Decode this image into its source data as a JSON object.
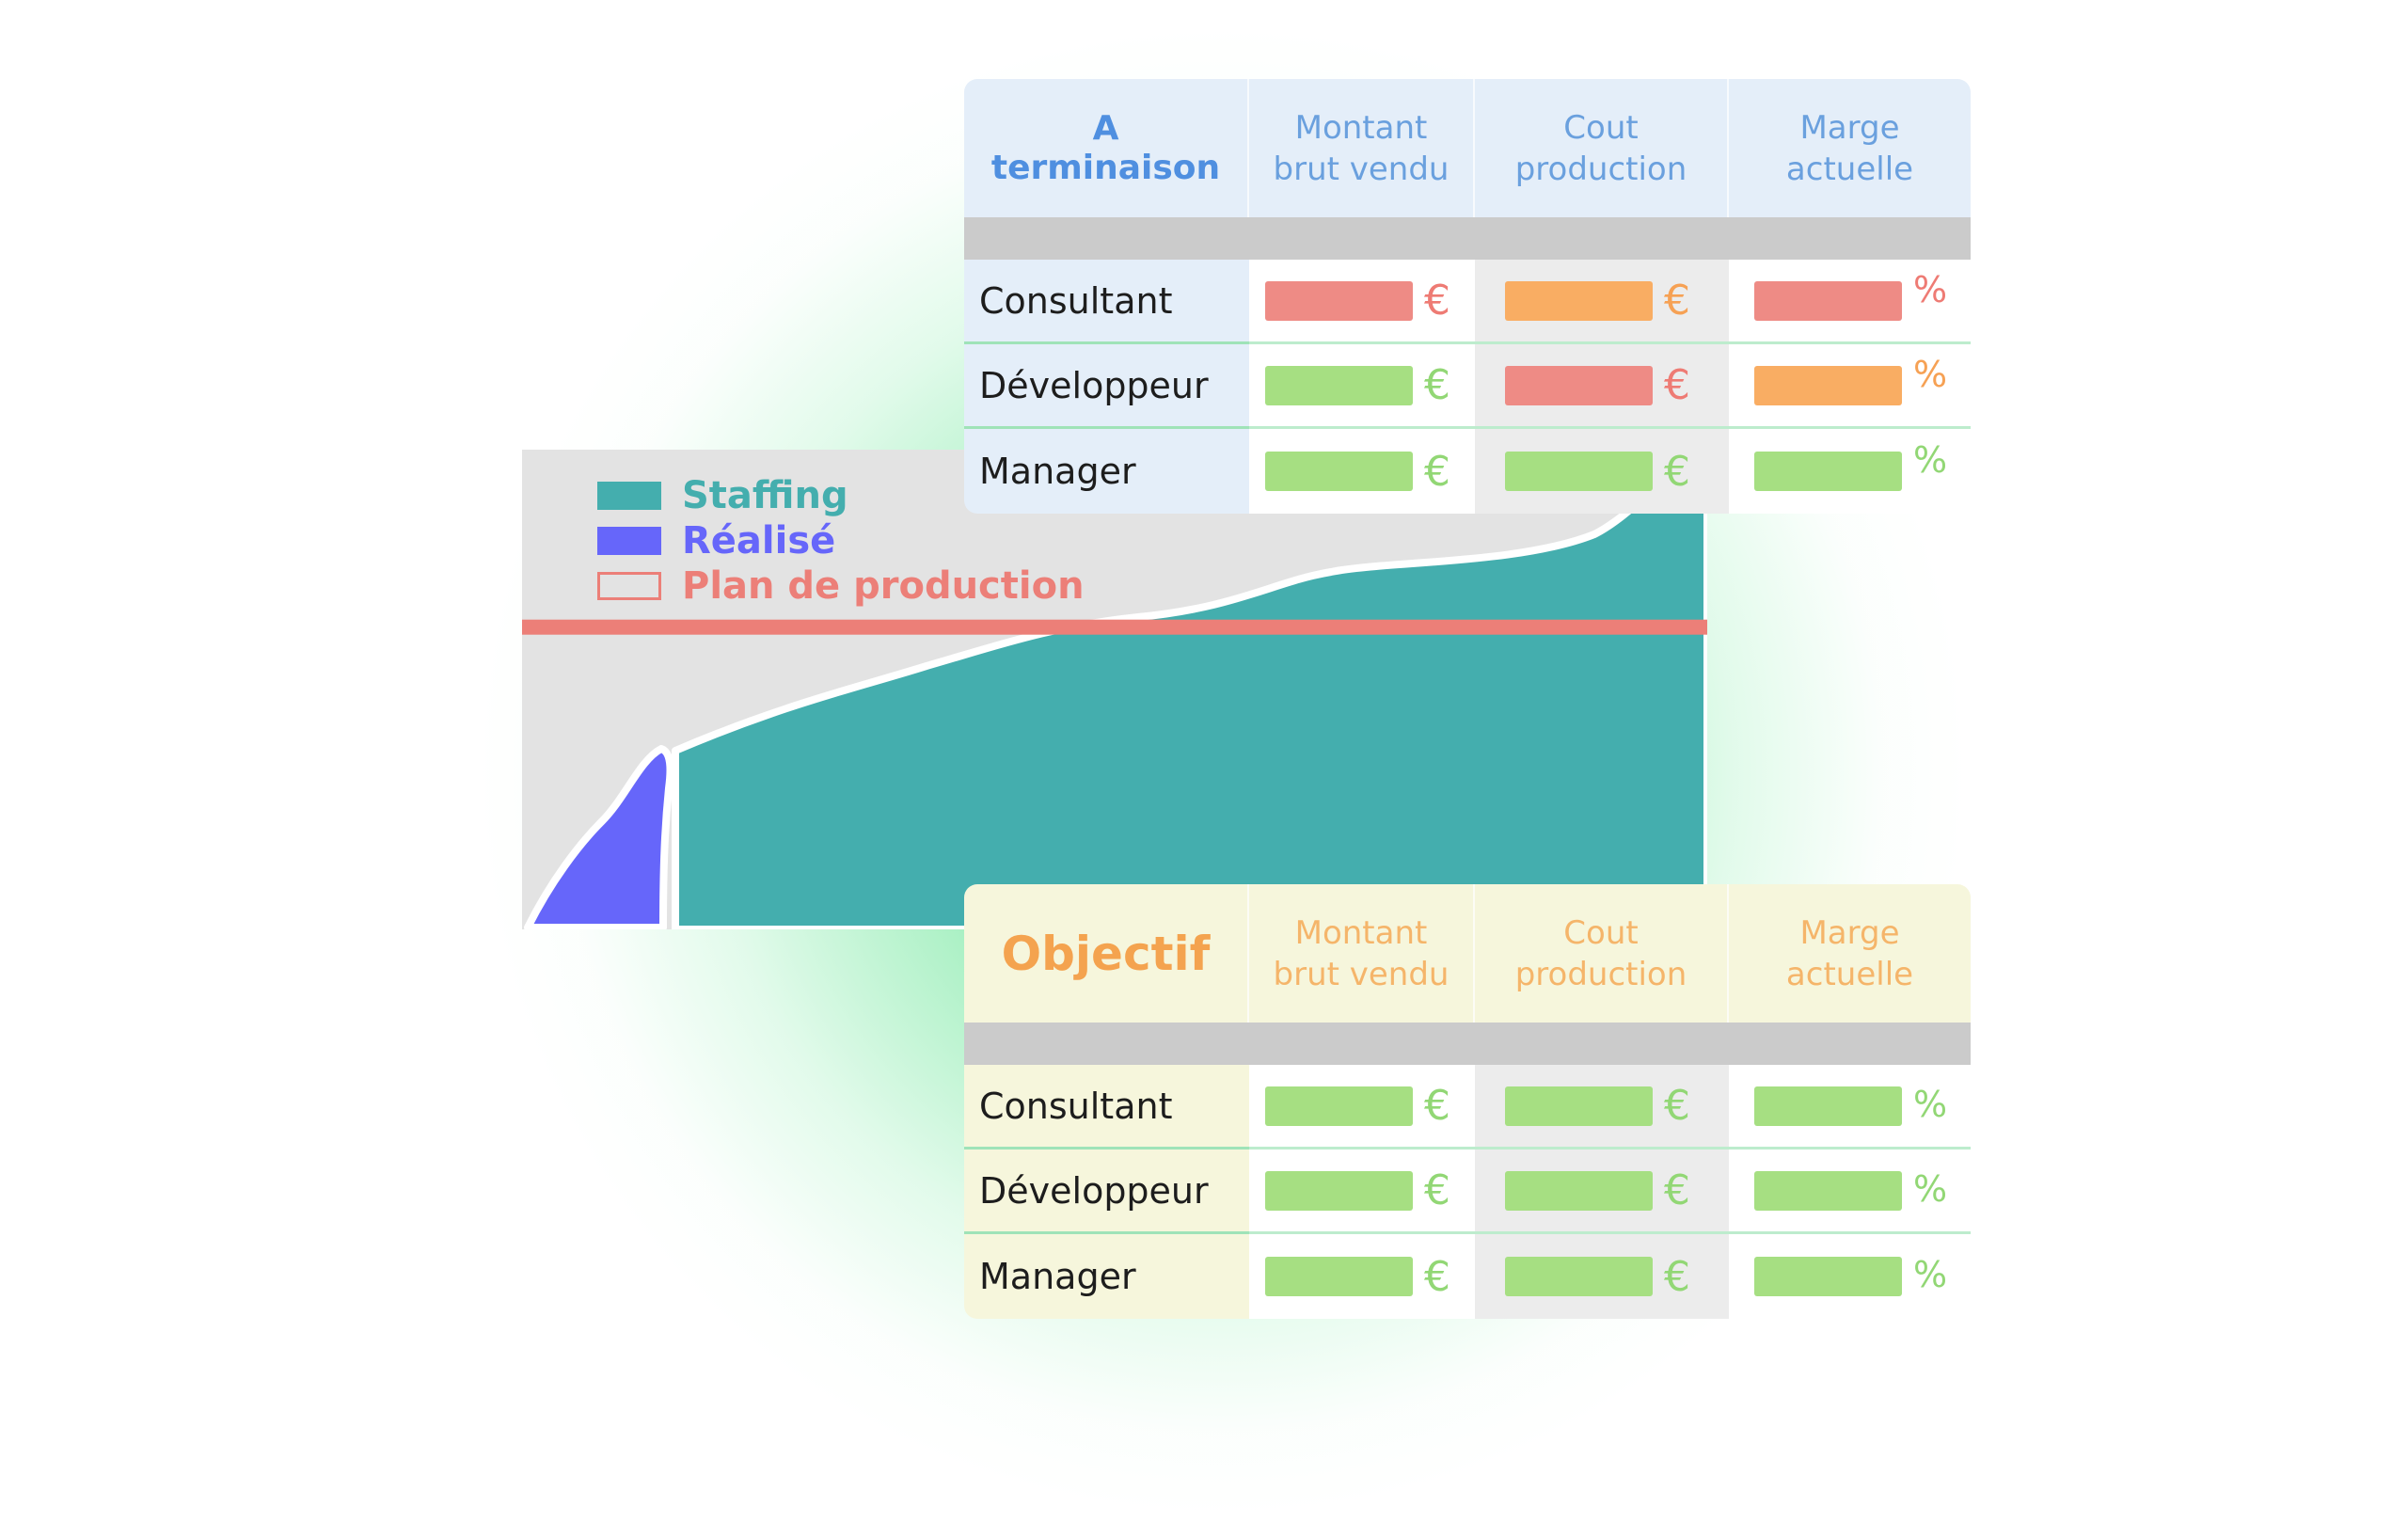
{
  "colors": {
    "green": "#a6df82",
    "red": "#ee8b85",
    "orange": "#f9ad63",
    "green_text": "#92d775",
    "red_text": "#ee7b74",
    "orange_text": "#f6a154",
    "staffing": "#44aeae",
    "realise": "#6666fa",
    "plan": "#ec7f78"
  },
  "legend": {
    "staffing": "Staffing",
    "realise": "Réalisé",
    "plan": "Plan de production"
  },
  "chart": {
    "plan_level_percent": 63,
    "realise_progress_percent": 13
  },
  "table_top": {
    "title": "A\nterminaison",
    "columns": [
      "Montant\nbrut vendu",
      "Cout\nproduction",
      "Marge\nactuelle"
    ],
    "rows": [
      {
        "label": "Consultant",
        "cells": [
          {
            "status": "red",
            "unit": "€"
          },
          {
            "status": "orange",
            "unit": "€"
          },
          {
            "status": "red",
            "unit": "%"
          }
        ]
      },
      {
        "label": "Développeur",
        "cells": [
          {
            "status": "green",
            "unit": "€"
          },
          {
            "status": "red",
            "unit": "€"
          },
          {
            "status": "orange",
            "unit": "%"
          }
        ]
      },
      {
        "label": "Manager",
        "cells": [
          {
            "status": "green",
            "unit": "€"
          },
          {
            "status": "green",
            "unit": "€"
          },
          {
            "status": "green",
            "unit": "%"
          }
        ]
      }
    ]
  },
  "table_bottom": {
    "title": "Objectif",
    "columns": [
      "Montant\nbrut vendu",
      "Cout\nproduction",
      "Marge\nactuelle"
    ],
    "rows": [
      {
        "label": "Consultant",
        "cells": [
          {
            "status": "green",
            "unit": "€"
          },
          {
            "status": "green",
            "unit": "€"
          },
          {
            "status": "green",
            "unit": "%"
          }
        ]
      },
      {
        "label": "Développeur",
        "cells": [
          {
            "status": "green",
            "unit": "€"
          },
          {
            "status": "green",
            "unit": "€"
          },
          {
            "status": "green",
            "unit": "%"
          }
        ]
      },
      {
        "label": "Manager",
        "cells": [
          {
            "status": "green",
            "unit": "€"
          },
          {
            "status": "green",
            "unit": "€"
          },
          {
            "status": "green",
            "unit": "%"
          }
        ]
      }
    ]
  }
}
